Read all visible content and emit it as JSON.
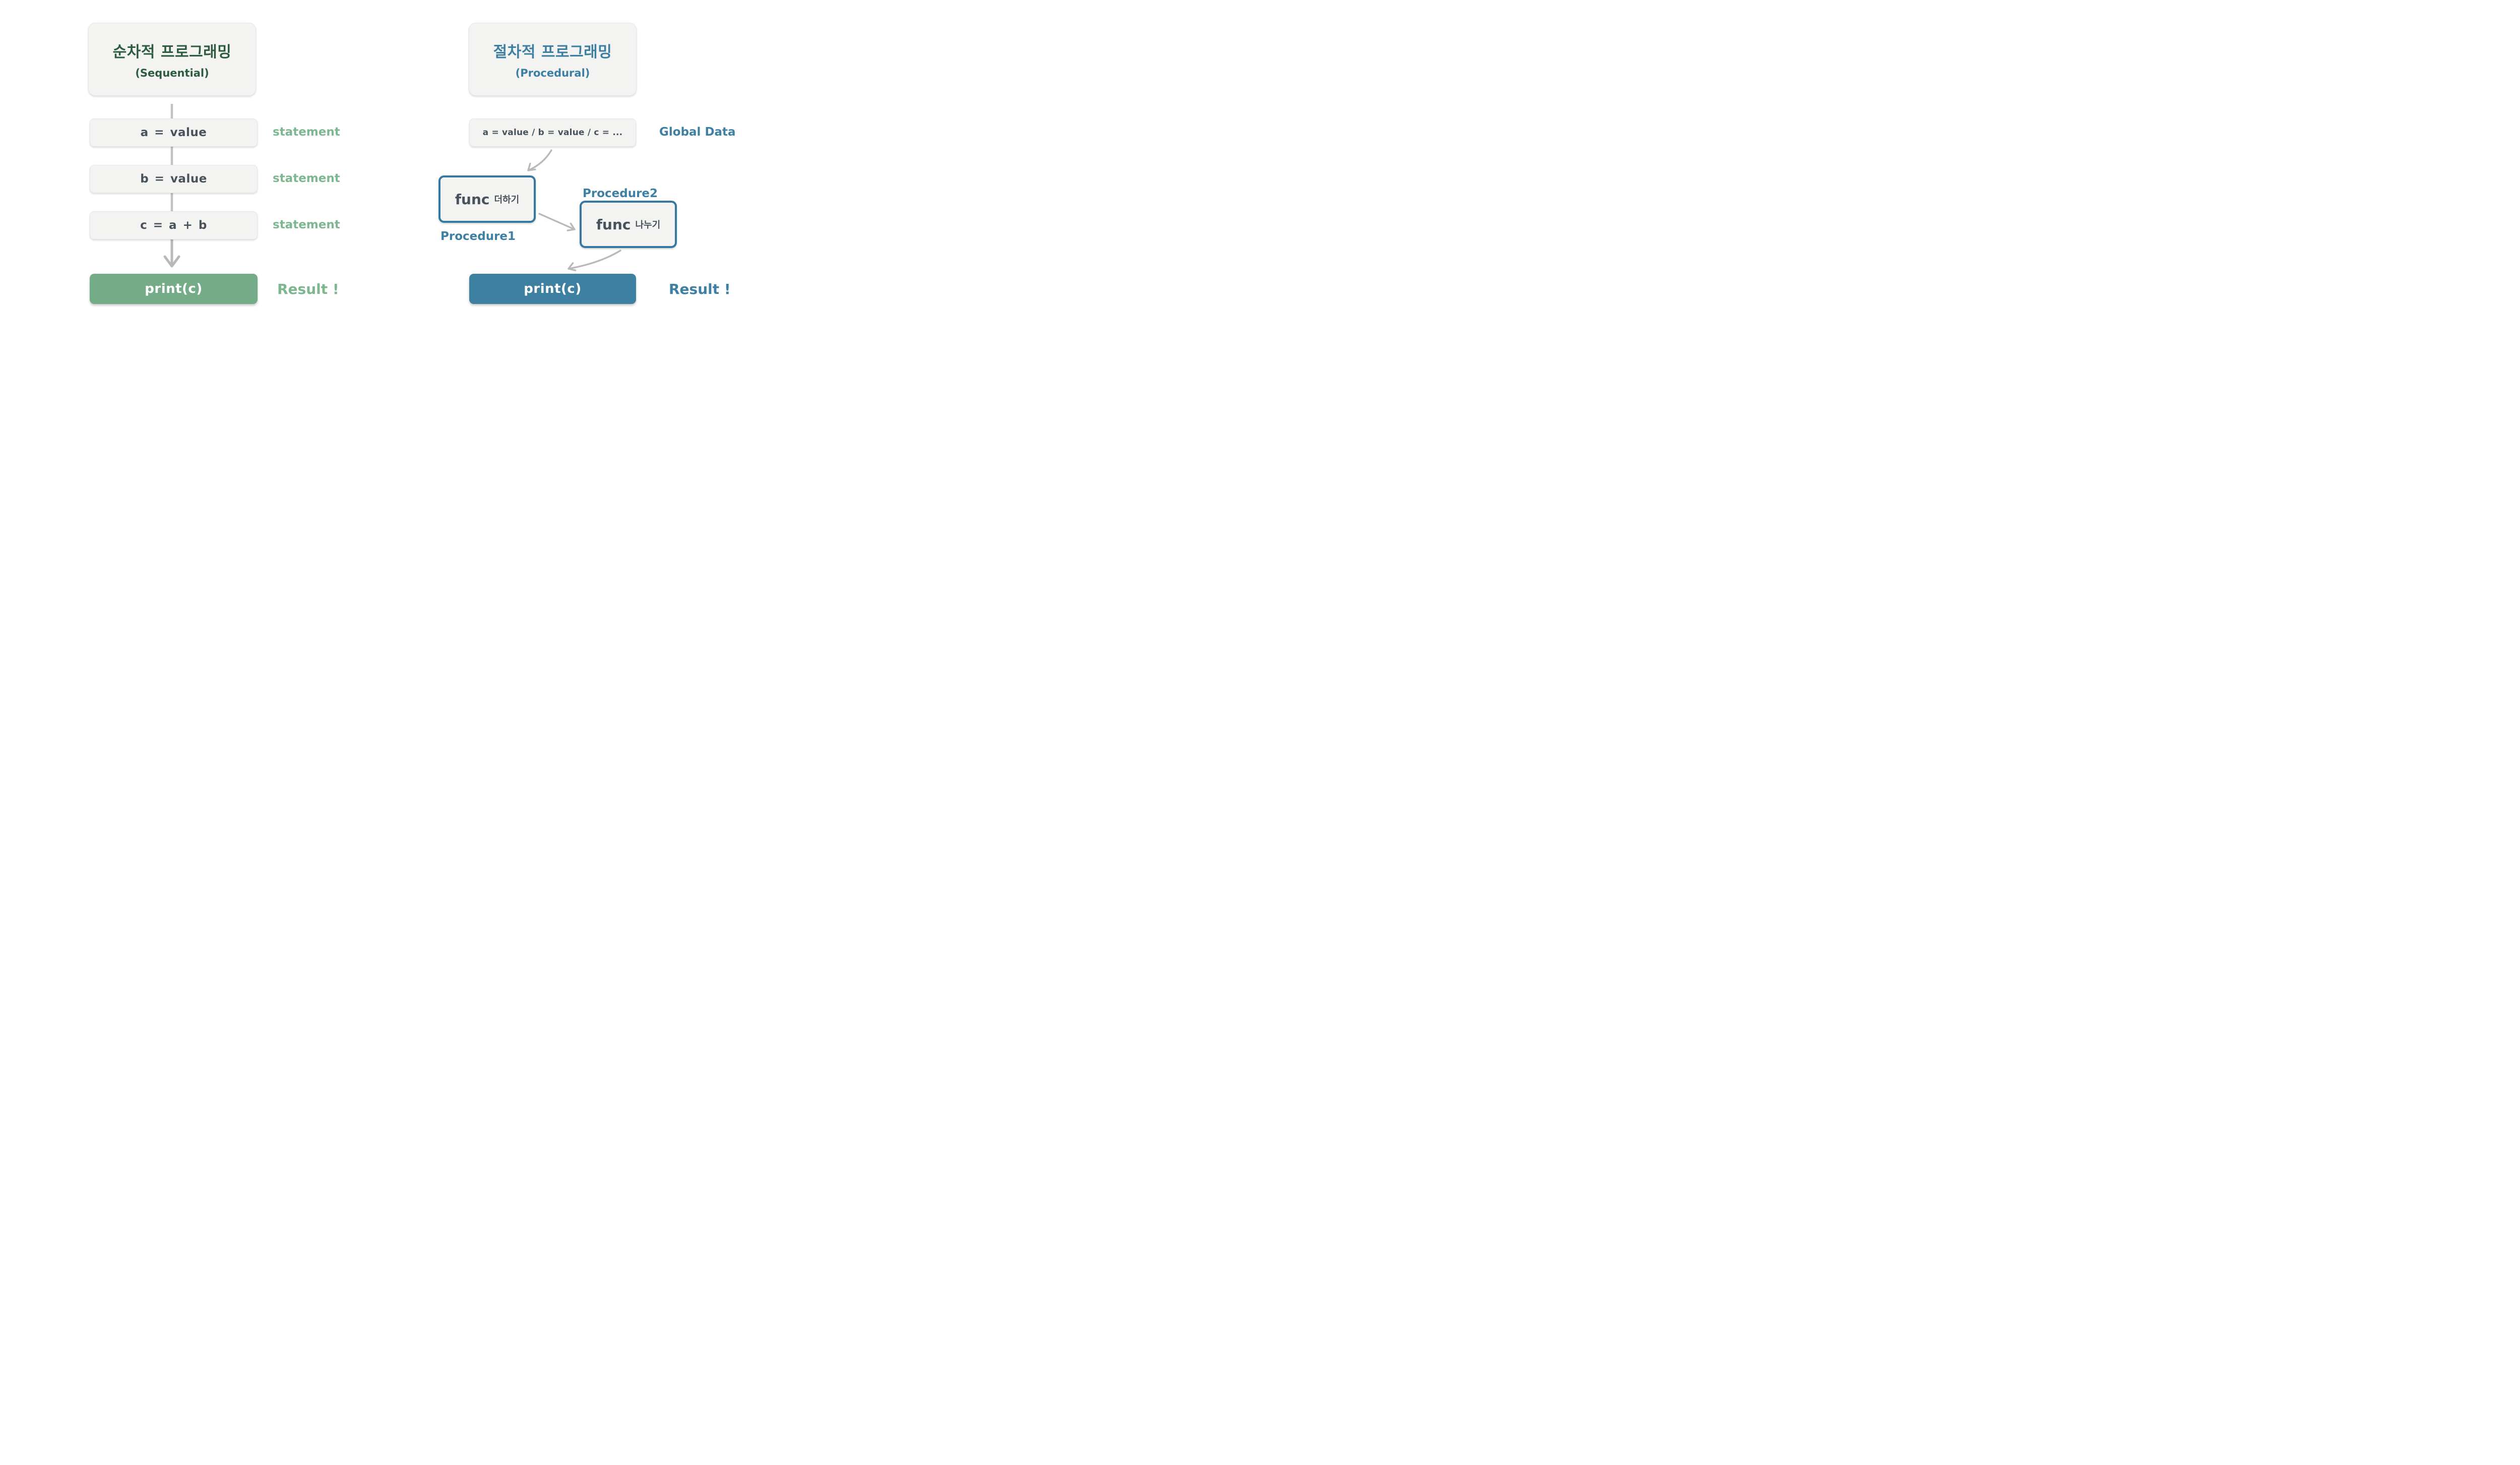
{
  "colors": {
    "page_bg": "#ffffff",
    "card_bg": "#f3f3f2",
    "card_border": "#e7e7e5",
    "slate_text": "#47525d",
    "green_title": "#2d5b40",
    "green_label": "#7cb78f",
    "green_box": "#74ac88",
    "blue_title": "#3d7fa2",
    "blue_label": "#3d80a3",
    "blue_box": "#3d80a2",
    "func_border": "#3579a0",
    "line_gray": "#c2c2c2",
    "arrow_gray": "#b9b9b9",
    "box_text_light": "#ffffff"
  },
  "sequential": {
    "title": "순차적 프로그래밍",
    "subtitle": "(Sequential)",
    "statements": [
      {
        "code": "a = value",
        "label": "statement"
      },
      {
        "code": "b = value",
        "label": "statement"
      },
      {
        "code": "c = a + b",
        "label": "statement"
      }
    ],
    "result_code": "print(c)",
    "result_label": "Result !"
  },
  "procedural": {
    "title": "절차적 프로그래밍",
    "subtitle": "(Procedural)",
    "global_code": "a = value / b = value / c = ...",
    "global_label": "Global Data",
    "procedures": [
      {
        "label": "Procedure1",
        "keyword": "func",
        "name": "더하기"
      },
      {
        "label": "Procedure2",
        "keyword": "func",
        "name": "나누기"
      }
    ],
    "result_code": "print(c)",
    "result_label": "Result !"
  }
}
